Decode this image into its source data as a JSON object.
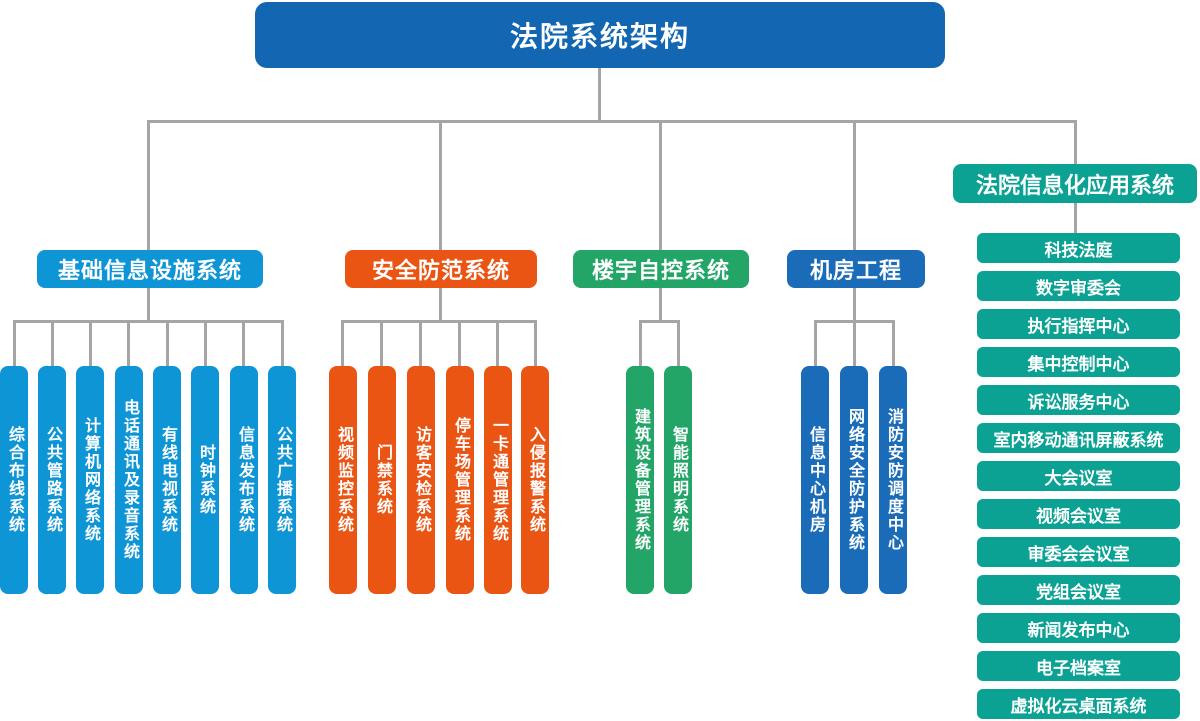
{
  "title": "法院系统架构",
  "groups": [
    {
      "label": "基础信息设施系统",
      "children": [
        "综合布线系统",
        "公共管路系统",
        "计算机网络系统",
        "电话通讯及录音系统",
        "有线电视系统",
        "时钟系统",
        "信息发布系统",
        "公共广播系统"
      ]
    },
    {
      "label": "安全防范系统",
      "children": [
        "视频监控系统",
        "门禁系统",
        "访客安检系统",
        "停车场管理系统",
        "一卡通管理系统",
        "入侵报警系统"
      ]
    },
    {
      "label": "楼宇自控系统",
      "children": [
        "建筑设备管理系统",
        "智能照明系统"
      ]
    },
    {
      "label": "机房工程",
      "children": [
        "信息中心机房",
        "网络安全防护系统",
        "消防安防调度中心"
      ]
    },
    {
      "label": "法院信息化应用系统",
      "children": [
        "科技法庭",
        "数字审委会",
        "执行指挥中心",
        "集中控制中心",
        "诉讼服务中心",
        "室内移动通讯屏蔽系统",
        "大会议室",
        "视频会议室",
        "审委会会议室",
        "党组会议室",
        "新闻发布中心",
        "电子档案室",
        "虚拟化云桌面系统"
      ]
    }
  ],
  "colors": {
    "root_blue": "#1266b2",
    "light_blue": "#0e95d5",
    "orange": "#ea5514",
    "green": "#22a566",
    "dark_blue": "#1b6cb8",
    "teal": "#0ba294",
    "connector_gray": "#a5a5a5"
  }
}
